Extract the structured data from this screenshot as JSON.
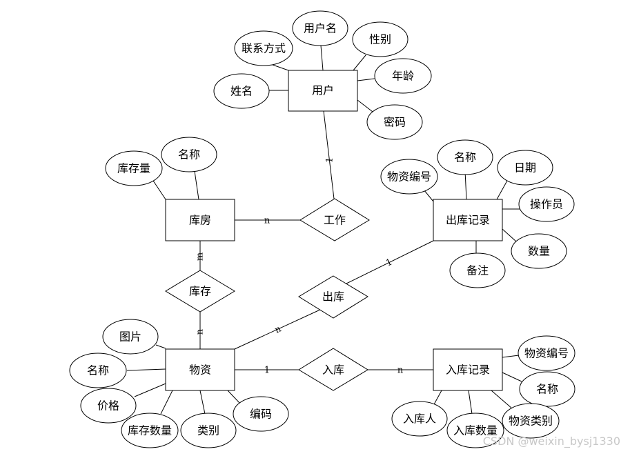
{
  "entities": {
    "user": "用户",
    "warehouse": "库房",
    "material": "物资",
    "outbound_record": "出库记录",
    "inbound_record": "入库记录"
  },
  "relationships": {
    "work": "工作",
    "storage": "库存",
    "outbound": "出库",
    "inbound": "入库"
  },
  "attributes": {
    "user": [
      "用户名",
      "性别",
      "联系方式",
      "年龄",
      "姓名",
      "密码"
    ],
    "warehouse": [
      "名称",
      "库存量"
    ],
    "outbound_record": [
      "名称",
      "日期",
      "物资编号",
      "操作员",
      "数量",
      "备注"
    ],
    "material": [
      "图片",
      "名称",
      "价格",
      "库存数量",
      "类别",
      "编码"
    ],
    "inbound_record": [
      "物资编号",
      "名称",
      "入库人",
      "物资类别",
      "入库数量"
    ]
  },
  "cardinalities": {
    "user_work": "1",
    "warehouse_work": "n",
    "warehouse_storage": "m",
    "material_storage": "n",
    "outbound_record_outbound": "1",
    "material_outbound": "n",
    "material_inbound": "1",
    "inbound_record_inbound": "n"
  },
  "watermark": "CSDN @weixin_bysj1330"
}
